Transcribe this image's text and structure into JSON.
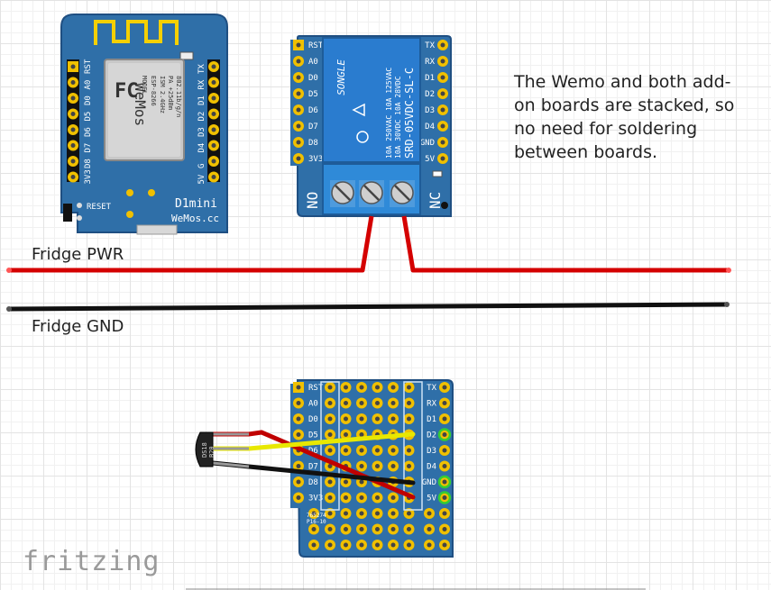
{
  "note": "The Wemo and both add-on boards are stacked, so no need for soldering between boards.",
  "wires": {
    "pwr_label": "Fridge PWR",
    "gnd_label": "Fridge GND"
  },
  "colors": {
    "pcb_blue": "#2f6fa8",
    "pcb_edge": "#1f4f82",
    "relay_blue": "#2a7ccf",
    "pwr_wire": "#d40000",
    "gnd_wire": "#111111",
    "signal_wire": "#e8e800",
    "header_gold": "#f0c000"
  },
  "watermark": "fritzing",
  "d1mini": {
    "pins_left": [
      "RST",
      "A0",
      "D0",
      "D5",
      "D6",
      "D7",
      "D8",
      "3V3"
    ],
    "pins_right": [
      "TX",
      "RX",
      "D1",
      "D2",
      "D3",
      "D4",
      "G",
      "5V"
    ],
    "module_text": [
      "MODEL",
      "ESP-8266",
      "ISM 2.4GHz",
      "PA +25dBm",
      "802.11b/g/n"
    ],
    "reset_label": "RESET",
    "name": "D1mini",
    "brand": "WeMos.cc",
    "logo": "WeMos",
    "fcc": "FC"
  },
  "relay_shield": {
    "pins_left": [
      "RST",
      "A0",
      "D0",
      "D5",
      "D6",
      "D7",
      "D8",
      "3V3"
    ],
    "pins_right": [
      "TX",
      "RX",
      "D1",
      "D2",
      "D3",
      "D4",
      "GND",
      "5V"
    ],
    "relay_brand": "SONGLE",
    "relay_model": "SRD-05VDC-SL-C",
    "relay_ratings": [
      "10A 250VAC  10A 125VAC",
      "10A  30VDC  10A  28VDC"
    ],
    "terminal_left": "NO",
    "terminal_right": "NC"
  },
  "proto_shield": {
    "pins_left": [
      "RST",
      "A0",
      "D0",
      "D5",
      "D6",
      "D7",
      "D8",
      "3V3"
    ],
    "pins_right": [
      "TX",
      "RX",
      "D1",
      "D2",
      "D3",
      "D4",
      "GND",
      "5V"
    ],
    "silk": [
      "765274",
      "P16-10"
    ]
  },
  "sensor": {
    "label": [
      "DS18",
      "B20"
    ]
  }
}
